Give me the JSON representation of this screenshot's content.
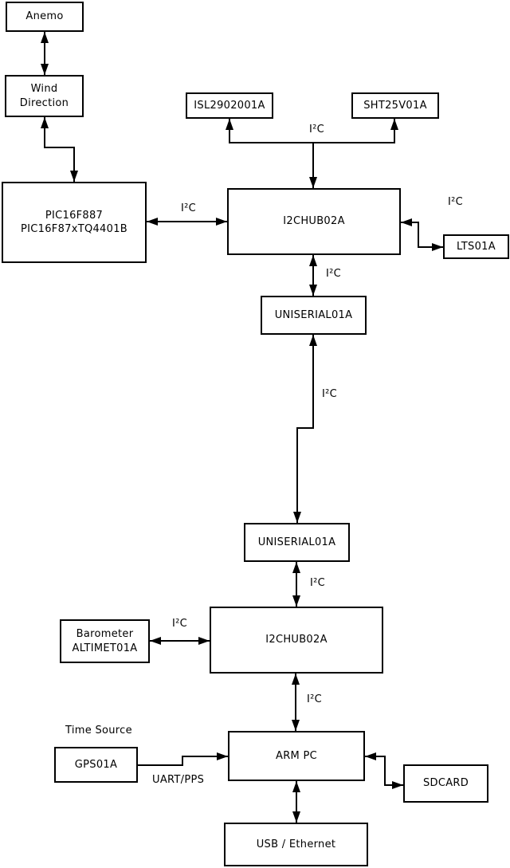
{
  "colors": {
    "background": "#ffffff",
    "stroke": "#000000",
    "text": "#000000"
  },
  "boxes": {
    "anemo": "Anemo",
    "wind_direction": [
      "Wind",
      "Direction"
    ],
    "pic": [
      "PIC16F887",
      "PIC16F87xTQ4401B"
    ],
    "isl": "ISL2902001A",
    "sht": "SHT25V01A",
    "i2chub_upper": "I2CHUB02A",
    "lts": "LTS01A",
    "uniserial_upper": "UNISERIAL01A",
    "uniserial_lower": "UNISERIAL01A",
    "i2chub_lower": "I2CHUB02A",
    "barometer": [
      "Barometer",
      "ALTIMET01A"
    ],
    "gps": "GPS01A",
    "arm_pc": "ARM PC",
    "sdcard": "SDCARD",
    "usb_ethernet": "USB / Ethernet"
  },
  "labels": {
    "i2c": "I²C",
    "time_source": "Time Source",
    "uart_pps": "UART/PPS"
  },
  "connections": [
    {
      "from": "Anemo",
      "to": "Wind Direction",
      "bidirectional": true,
      "label": ""
    },
    {
      "from": "Wind Direction",
      "to": "PIC16F887 PIC16F87xTQ4401B",
      "bidirectional": true,
      "label": ""
    },
    {
      "from": "PIC16F887 PIC16F87xTQ4401B",
      "to": "I2CHUB02A (upper)",
      "bidirectional": true,
      "label": "I²C"
    },
    {
      "from": "I2CHUB02A (upper)",
      "to": "ISL2902001A",
      "bidirectional": false,
      "label": "I²C"
    },
    {
      "from": "I2CHUB02A (upper)",
      "to": "SHT25V01A",
      "bidirectional": false,
      "label": "I²C"
    },
    {
      "from": "I2CHUB02A (upper)",
      "to": "LTS01A",
      "bidirectional": true,
      "label": "I²C"
    },
    {
      "from": "I2CHUB02A (upper)",
      "to": "UNISERIAL01A (upper)",
      "bidirectional": true,
      "label": "I²C"
    },
    {
      "from": "UNISERIAL01A (upper)",
      "to": "UNISERIAL01A (lower)",
      "bidirectional": true,
      "label": "I²C"
    },
    {
      "from": "UNISERIAL01A (lower)",
      "to": "I2CHUB02A (lower)",
      "bidirectional": true,
      "label": "I²C"
    },
    {
      "from": "I2CHUB02A (lower)",
      "to": "Barometer ALTIMET01A",
      "bidirectional": true,
      "label": "I²C"
    },
    {
      "from": "I2CHUB02A (lower)",
      "to": "ARM PC",
      "bidirectional": true,
      "label": "I²C"
    },
    {
      "from": "GPS01A",
      "to": "ARM PC",
      "bidirectional": false,
      "label": "UART/PPS"
    },
    {
      "from": "ARM PC",
      "to": "SDCARD",
      "bidirectional": true,
      "label": ""
    },
    {
      "from": "ARM PC",
      "to": "USB / Ethernet",
      "bidirectional": true,
      "label": ""
    }
  ]
}
